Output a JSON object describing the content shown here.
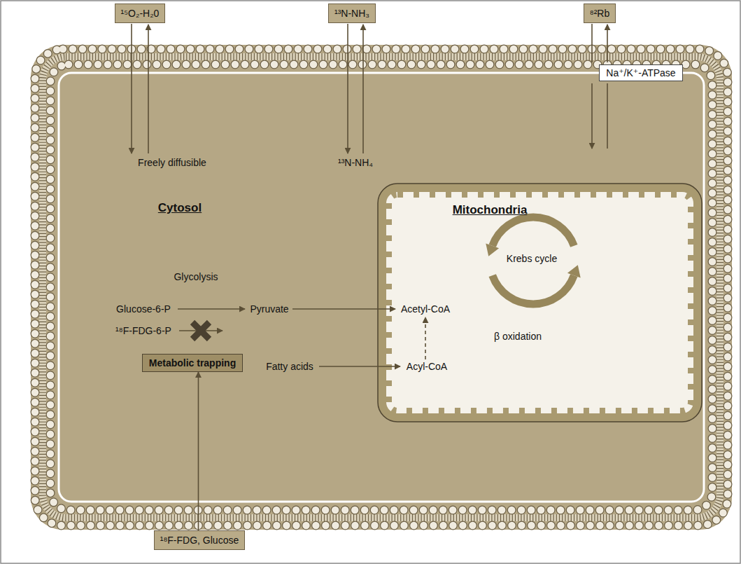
{
  "diagram": {
    "nodes": [
      {
        "text": [
          "¹⁵O₂-H₂0"
        ]
      },
      {
        "text": [
          "¹³N-NH₃"
        ]
      },
      {
        "text": [
          "⁸²Rb"
        ]
      },
      {
        "text": [
          "Cytosol",
          "Freely diffusible",
          "¹³N-NH₄",
          "Glycolysis",
          "Glucose-6-P",
          "Pyruvate",
          "¹⁸F-FDG-6-P",
          "Fatty acids"
        ]
      },
      {
        "text": [
          "Na⁺/K⁺-ATPase"
        ],
        "in": 3
      },
      {
        "text": [
          "Mitochondria",
          "Krebs cycle",
          "Acetyl-CoA",
          "β oxidation",
          "Acyl-CoA"
        ],
        "in": 3
      },
      {
        "text": [
          "Metabolic trapping"
        ],
        "in": 3
      },
      {
        "text": [
          "¹⁸F-FDG, Glucose"
        ]
      }
    ],
    "edges": [
      {
        "from": 7,
        "to": 6,
        "arrow": "to"
      }
    ]
  }
}
